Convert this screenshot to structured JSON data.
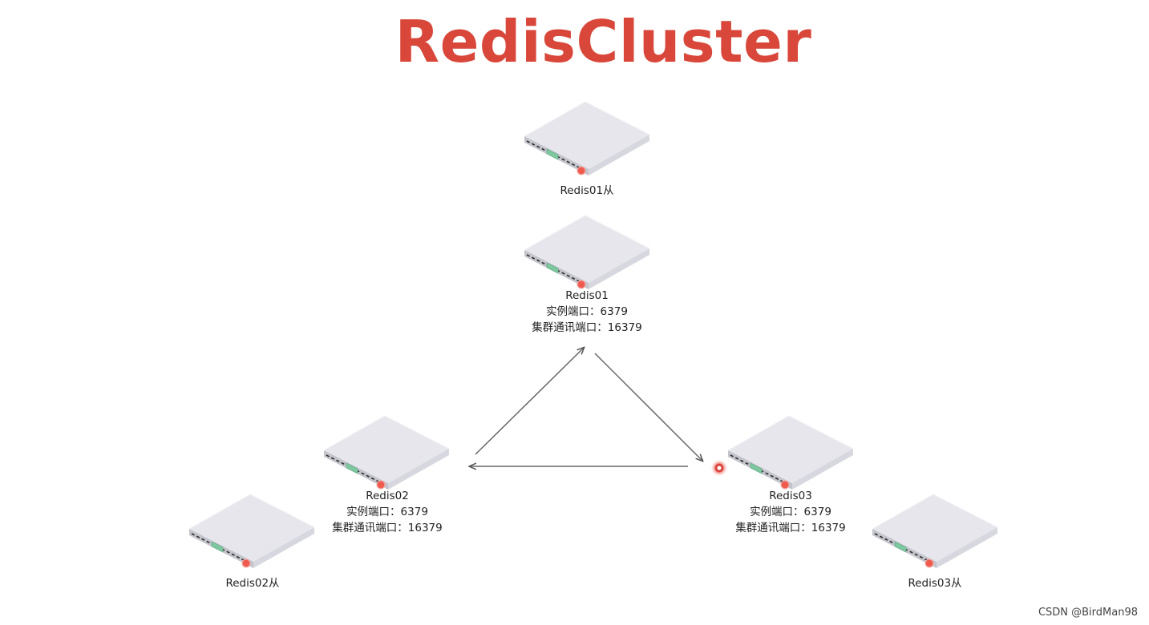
{
  "title": "RedisCluster",
  "colors": {
    "title": "#d9473b",
    "server_top": "#e6e6ec",
    "server_left": "#c6c6cf",
    "server_right": "#d6d6de",
    "port_green": "#7ec8a0",
    "led_red": "#ef5b4f",
    "arrow": "#555555"
  },
  "nodes": {
    "redis01_slave": {
      "name": "Redis01从"
    },
    "redis01": {
      "name": "Redis01",
      "instance_port": "实例端口：6379",
      "cluster_port": "集群通讯端口：16379"
    },
    "redis02": {
      "name": "Redis02",
      "instance_port": "实例端口：6379",
      "cluster_port": "集群通讯端口：16379"
    },
    "redis02_slave": {
      "name": "Redis02从"
    },
    "redis03": {
      "name": "Redis03",
      "instance_port": "实例端口：6379",
      "cluster_port": "集群通讯端口：16379"
    },
    "redis03_slave": {
      "name": "Redis03从"
    }
  },
  "icons": {
    "server": "server-icon"
  },
  "watermark": "CSDN @BirdMan98"
}
